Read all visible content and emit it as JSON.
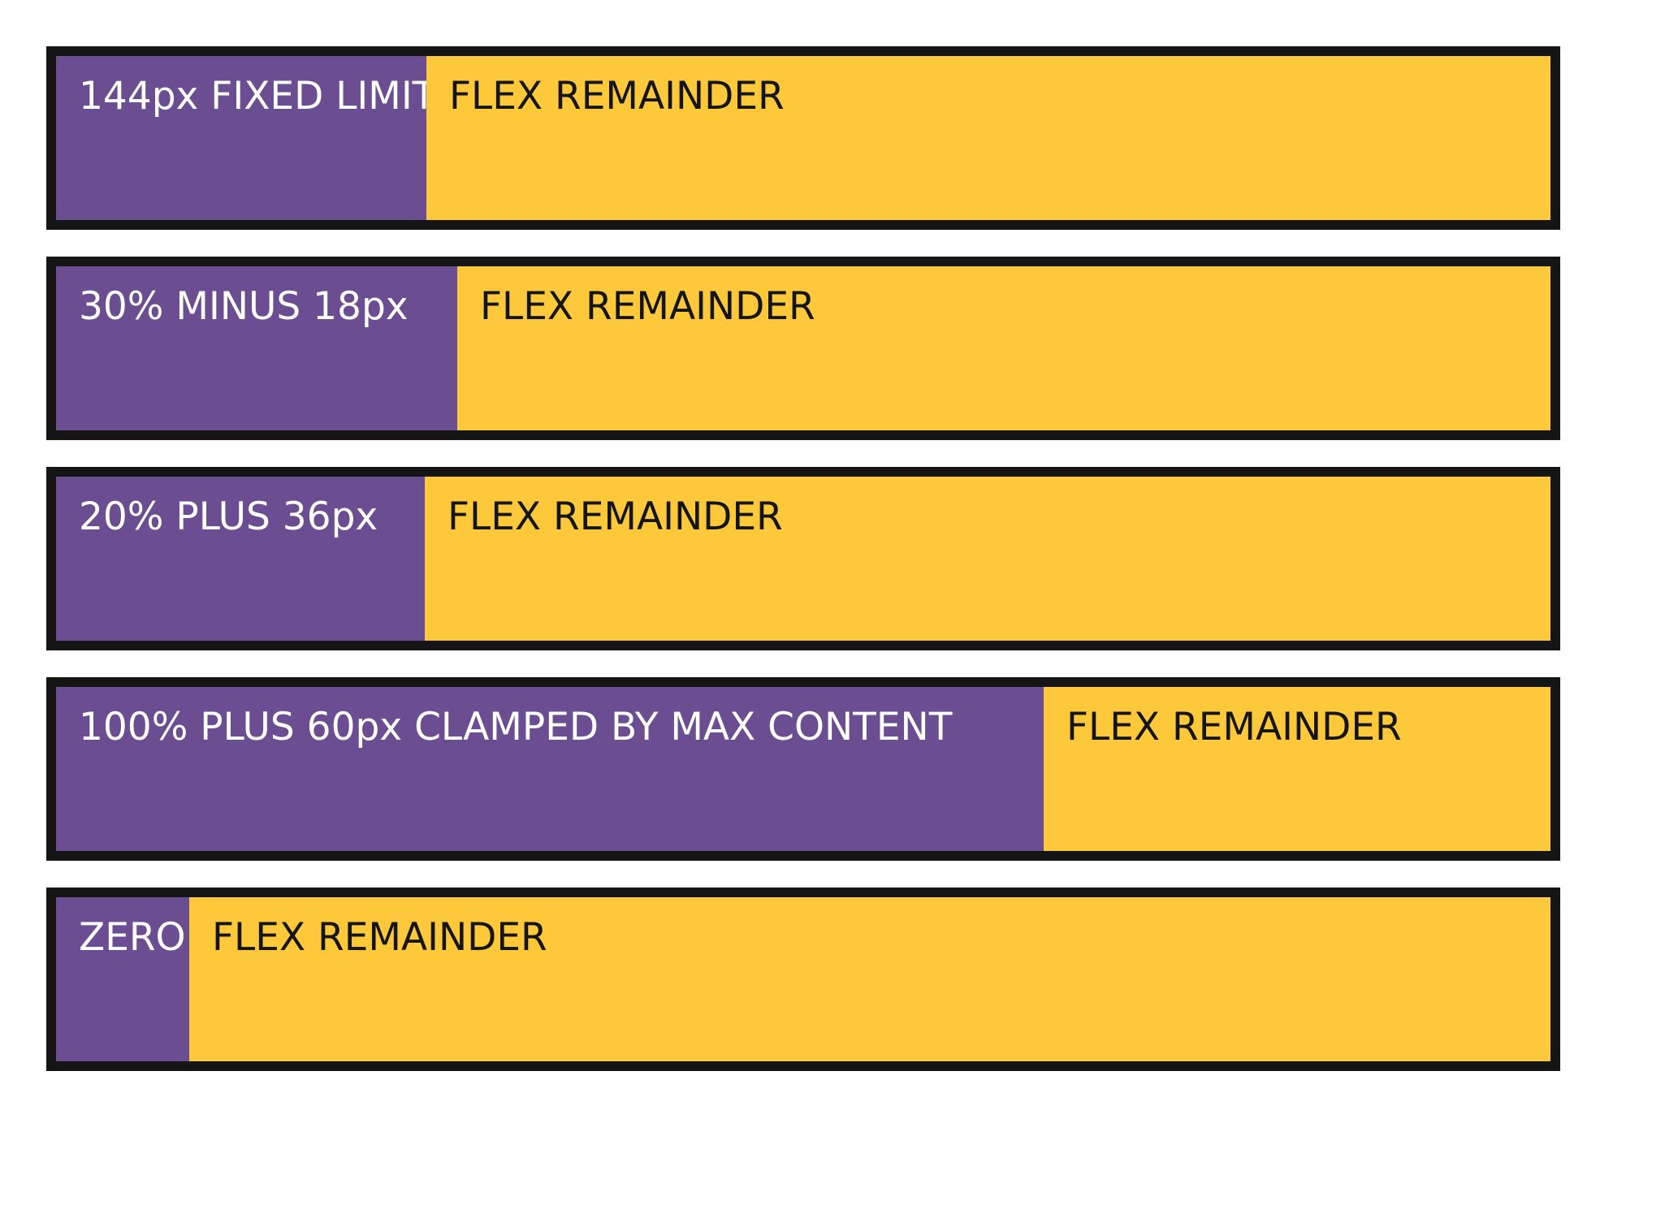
{
  "colors": {
    "frame": "#151515",
    "fixed_fill": "#6a4e91",
    "flex_fill": "#fdc93b",
    "fixed_text": "#ffffff",
    "flex_text": "#151515"
  },
  "rows": [
    {
      "fixed_label": "144px FIXED LIMIT",
      "flex_label": "FLEX REMAINDER"
    },
    {
      "fixed_label": "30% MINUS 18px",
      "flex_label": "FLEX REMAINDER"
    },
    {
      "fixed_label": "20% PLUS 36px",
      "flex_label": "FLEX REMAINDER"
    },
    {
      "fixed_label": "100% PLUS 60px CLAMPED BY MAX CONTENT",
      "flex_label": "FLEX REMAINDER"
    },
    {
      "fixed_label": "ZERO",
      "flex_label": "FLEX REMAINDER"
    }
  ]
}
